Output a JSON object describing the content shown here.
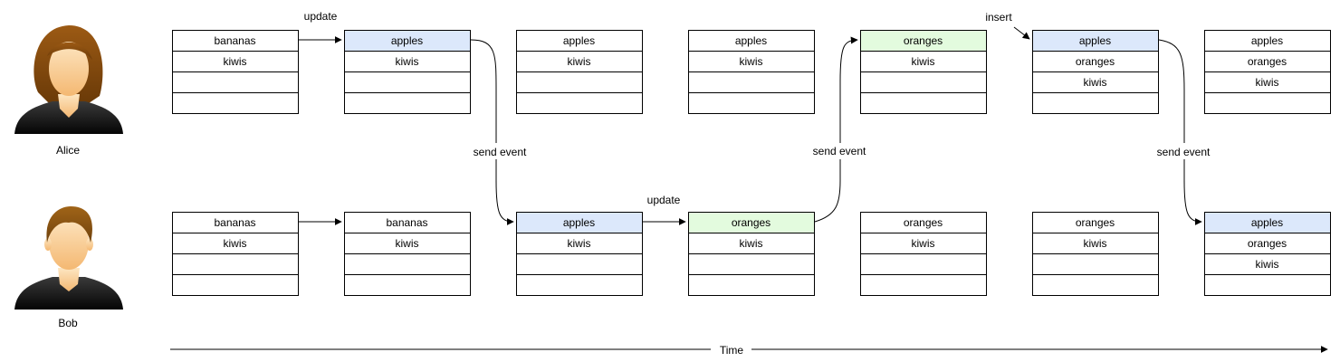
{
  "people": [
    {
      "name": "Alice",
      "avatar_icon": "alice-avatar-icon"
    },
    {
      "name": "Bob",
      "avatar_icon": "bob-avatar-icon"
    }
  ],
  "lanes": [
    {
      "person": "Alice",
      "snapshots": [
        {
          "rows": [
            "bananas",
            "kiwis",
            "",
            ""
          ],
          "highlight": null
        },
        {
          "rows": [
            "apples",
            "kiwis",
            "",
            ""
          ],
          "highlight": "blue"
        },
        {
          "rows": [
            "apples",
            "kiwis",
            "",
            ""
          ],
          "highlight": null
        },
        {
          "rows": [
            "apples",
            "kiwis",
            "",
            ""
          ],
          "highlight": null
        },
        {
          "rows": [
            "oranges",
            "kiwis",
            "",
            ""
          ],
          "highlight": "green"
        },
        {
          "rows": [
            "apples",
            "oranges",
            "kiwis",
            ""
          ],
          "highlight": "blue"
        },
        {
          "rows": [
            "apples",
            "oranges",
            "kiwis",
            ""
          ],
          "highlight": null
        }
      ]
    },
    {
      "person": "Bob",
      "snapshots": [
        {
          "rows": [
            "bananas",
            "kiwis",
            "",
            ""
          ],
          "highlight": null
        },
        {
          "rows": [
            "bananas",
            "kiwis",
            "",
            ""
          ],
          "highlight": null
        },
        {
          "rows": [
            "apples",
            "kiwis",
            "",
            ""
          ],
          "highlight": "blue"
        },
        {
          "rows": [
            "oranges",
            "kiwis",
            "",
            ""
          ],
          "highlight": "green"
        },
        {
          "rows": [
            "oranges",
            "kiwis",
            "",
            ""
          ],
          "highlight": null
        },
        {
          "rows": [
            "oranges",
            "kiwis",
            "",
            ""
          ],
          "highlight": null
        },
        {
          "rows": [
            "apples",
            "oranges",
            "kiwis",
            ""
          ],
          "highlight": "blue"
        }
      ]
    }
  ],
  "labels": {
    "alice_update": "update",
    "bob_update": "update",
    "alice_insert": "insert",
    "send_event_1": "send event",
    "send_event_2": "send event",
    "send_event_3": "send event",
    "time": "Time"
  },
  "colors": {
    "blue_highlight": "#dce8fb",
    "green_highlight": "#e3fbde",
    "border": "#000000",
    "line": "#000000"
  }
}
